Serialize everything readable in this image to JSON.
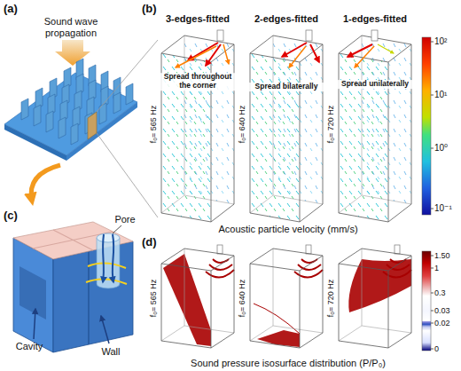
{
  "diagram": {
    "labels": [
      "(a)",
      "Sound wave propagation",
      "(b)",
      "3-edges-fitted",
      "2-edges-fitted",
      "1-edges-fitted",
      "f₀= 565 Hz",
      "f₀= 640 Hz",
      "f₀= 720 Hz",
      "Spread throughout the corner",
      "Spread bilaterally",
      "Spread unilaterally",
      "10²",
      "10¹",
      "10⁰",
      "10⁻¹",
      "Acoustic particle velocity (mm/s)",
      "(c)",
      "Pore",
      "Cavity",
      "Wall",
      "(d)",
      "f₀= 565 Hz",
      "f₀= 640 Hz",
      "f₀= 720 Hz",
      "1.50",
      "1",
      "0.3",
      "0.03",
      "0.02",
      "0",
      "Sound pressure isosurface distribution (P/P₀)"
    ]
  }
}
